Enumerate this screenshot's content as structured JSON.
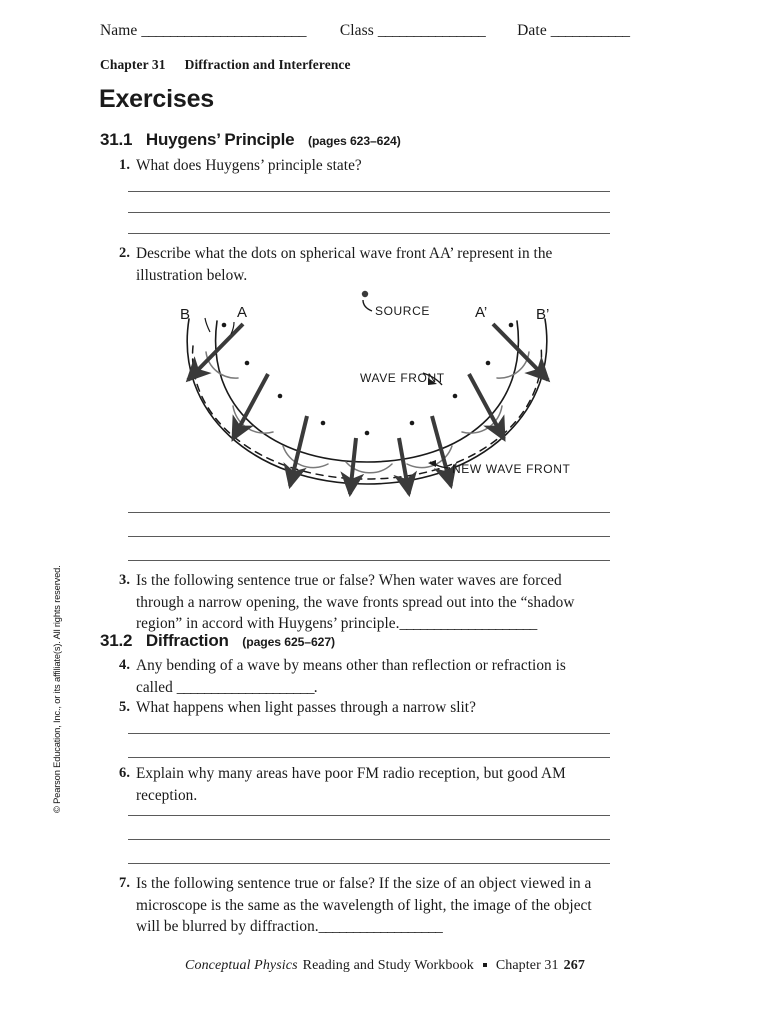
{
  "header": {
    "name_label": "Name",
    "name_blank": "_______________________",
    "class_label": "Class",
    "class_blank": "_______________",
    "date_label": "Date",
    "date_blank": "___________",
    "chapter_label": "Chapter 31",
    "chapter_title": "Diffraction and Interference"
  },
  "title": "Exercises",
  "sections": [
    {
      "number": "31.1",
      "name": "Huygens’ Principle",
      "pages": "(pages 623–624)"
    },
    {
      "number": "31.2",
      "name": "Diffraction",
      "pages": "(pages 625–627)"
    }
  ],
  "questions": [
    {
      "num": "1.",
      "text": "What does Huygens’ principle state?",
      "lines": 3
    },
    {
      "num": "2.",
      "text": "Describe what the dots on spherical wave front AA’ represent in the illustration below.",
      "lines": 3
    },
    {
      "num": "3.",
      "text": "Is the following sentence true or false? When water waves are forced through a narrow opening, the wave fronts spread out into the “shadow region” in accord with Huygens’ principle.",
      "inline_blank": "____________________",
      "lines": 0
    },
    {
      "num": "4.",
      "text": "Any bending of a wave by means other than reflection or refraction is called",
      "inline_blank": "____________________",
      "trailing": ".",
      "lines": 0
    },
    {
      "num": "5.",
      "text": "What happens when light passes through a narrow slit?",
      "lines": 2
    },
    {
      "num": "6.",
      "text": "Explain why many areas have poor FM radio reception, but good AM reception.",
      "lines": 3
    },
    {
      "num": "7.",
      "text": "Is the following sentence true or false? If the size of an object viewed in a microscope is the same as the wavelength of light, the image of the object will be blurred by diffraction.",
      "inline_blank": "__________________",
      "lines": 0
    }
  ],
  "figure": {
    "caption_source": "SOURCE",
    "caption_wave_front": "WAVE FRONT",
    "caption_new_wave_front": "NEW WAVE FRONT",
    "label_a": "A",
    "label_a_prime": "A’",
    "label_b": "B",
    "label_b_prime": "B’",
    "stroke_color": "#1a1a1a",
    "wavelet_color": "#7a7a7a"
  },
  "copyright": "© Pearson Education, Inc., or its affiliate(s). All rights reserved.",
  "footer": {
    "book_title": "Conceptual Physics",
    "book_rest": "Reading and Study Workbook",
    "chapter": "Chapter 31",
    "page_number": "267"
  }
}
